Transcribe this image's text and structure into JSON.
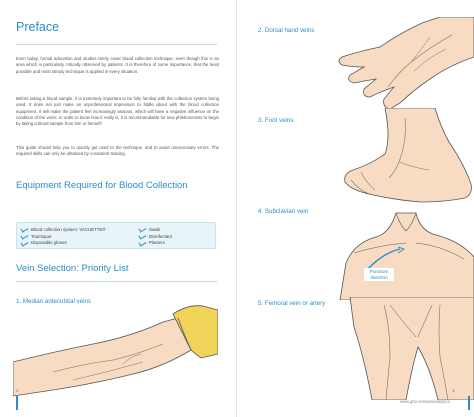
{
  "left_page": {
    "preface_title": "Preface",
    "para1": "Even today, formal education and studies rarely cover blood collection technique, even though this is an area which is particularly critically observed by patients. It is therefore of some importance, that the least possible and most steady technique is applied in every situation.",
    "para2": "Before taking a blood sample, it is extremely important to be fully familiar with the collection system being used. It does not just make an unprofessional impression to fiddle about with the blood collection equipment. It will make the patient feel increasingly anxious, which will have a negative influence on the condition of the veins. In order to know how it really is, it is recommendable for new phlebotomists to begin by taking a blood sample from him or herself!",
    "para3": "This guide should help you to quickly get used to the technique, and to avoid unnecessary errors. The required skills can only be obtained by consistent training.",
    "equipment_title": "Equipment Required for Blood Collection",
    "equipment_col1": [
      "Blood collection system: VACUETTE®",
      "Tourniquet",
      "Disposable gloves"
    ],
    "equipment_col2": [
      "Swab",
      "Disinfectant",
      "Plasters"
    ],
    "vein_title": "Vein Selection: Priority List",
    "fig1_label": "1. Median antecubital veins",
    "page_number": "2"
  },
  "right_page": {
    "fig2_label": "2. Dorsal hand veins",
    "fig3_label": "3. Foot veins",
    "fig4_label": "4. Subclavian vein",
    "puncture_label": "Puncture direction",
    "fig5_label": "5. Femoral vein or artery",
    "page_number": "3",
    "footer_url": "www.gbo.com/preanalytics"
  },
  "colors": {
    "accent": "#2b8ec8",
    "skin": "#f7dcc3",
    "sleeve": "#f2d35a",
    "box": "#e8f3fa"
  }
}
